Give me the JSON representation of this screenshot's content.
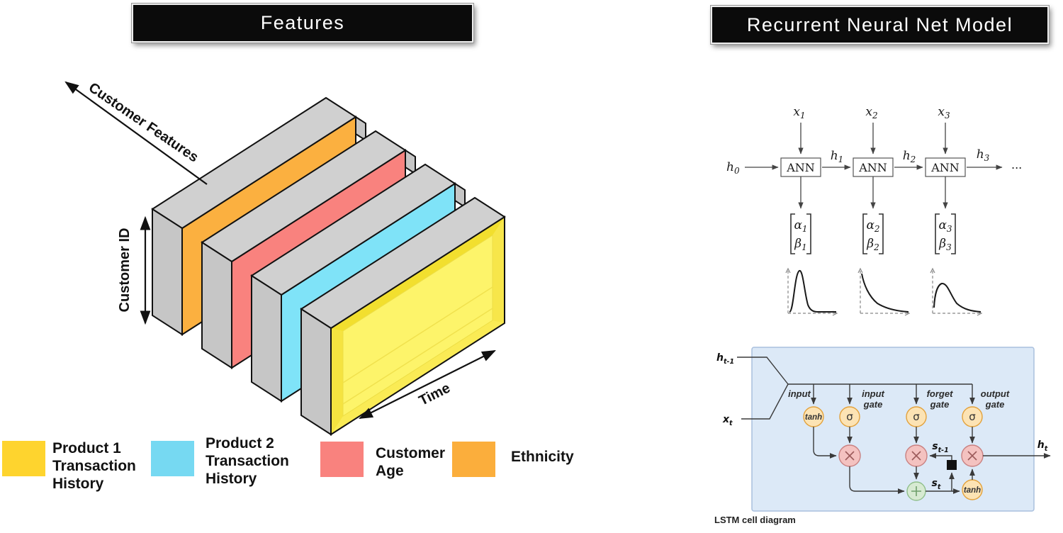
{
  "titles": {
    "left": "Features",
    "right": "Recurrent Neural Net Model"
  },
  "tensor": {
    "axis_features": "Customer Features",
    "axis_customer_id": "Customer ID",
    "axis_time": "Time",
    "colors": {
      "orange": "#FBB040",
      "red": "#F9827E",
      "cyan": "#7FE3F8",
      "yellow": "#F9EA3B",
      "yellow_inner": "#FDF46A",
      "gray_top": "#D0D0D0",
      "gray_end": "#C6C6C6",
      "outline": "#111111"
    }
  },
  "legend": {
    "items": [
      {
        "lines": [
          "Product 1",
          "Transaction",
          "History"
        ],
        "color": "#FED42E"
      },
      {
        "lines": [
          "Product 2",
          "Transaction",
          "History"
        ],
        "color": "#76D9F2"
      },
      {
        "lines": [
          "Customer",
          "Age"
        ],
        "color": "#F9827E"
      },
      {
        "lines": [
          "Ethnicity"
        ],
        "color": "#FBAE3C"
      }
    ]
  },
  "rnn": {
    "panel_bg": "#ffffff",
    "x_main": "x",
    "h_main": "h",
    "alpha_main": "α",
    "beta_main": "β",
    "subs": [
      "1",
      "2",
      "3"
    ],
    "h_subs": [
      "0",
      "1",
      "2",
      "3"
    ],
    "cell": "ANN",
    "dots": "..."
  },
  "lstm": {
    "h_prev_main": "h",
    "h_prev_sub": "t-1",
    "x_main": "x",
    "x_sub": "t",
    "s_prev_main": "s",
    "s_prev_sub": "t-1",
    "s_main": "s",
    "s_sub": "t",
    "h_out_main": "h",
    "h_out_sub": "t",
    "gate_input": "input",
    "gate_input_gate_1": "input",
    "gate_input_gate_2": "gate",
    "gate_forget_1": "forget",
    "gate_forget_2": "gate",
    "gate_output_1": "output",
    "gate_output_2": "gate",
    "tanh_label": "tanh",
    "sigma": "σ",
    "caption": "LSTM cell diagram",
    "colors": {
      "panel": "#DCE9F7",
      "panel_border": "#A9C0DE",
      "node_orange": "#FCE3B4",
      "node_orange_border": "#E3A23C",
      "node_red": "#F4C2C0",
      "node_red_border": "#C98181",
      "node_green": "#D7EAD2",
      "node_green_border": "#8FBF8A",
      "delay_square": "#111111"
    }
  }
}
